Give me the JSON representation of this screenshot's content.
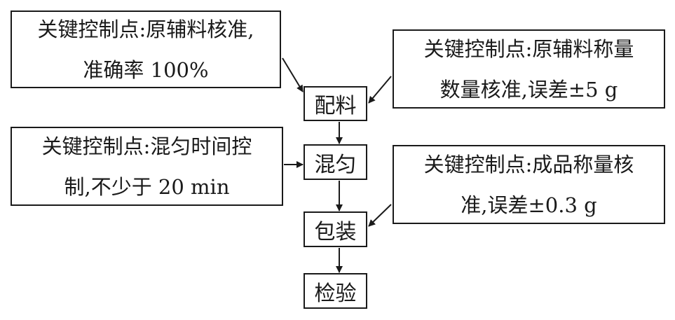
{
  "notes": [
    {
      "lines": [
        "关键控制点:原辅料核准,",
        "准确率 100%"
      ]
    },
    {
      "lines": [
        "关键控制点:原辅料称量",
        "数量核准,误差±5 g"
      ]
    },
    {
      "lines": [
        "关键控制点:混匀时间控",
        "制,不少于 20 min"
      ]
    },
    {
      "lines": [
        "关键控制点:成品称量核",
        "准,误差±0.3 g"
      ]
    }
  ],
  "steps": [
    "配料",
    "混匀",
    "包装",
    "检验"
  ]
}
